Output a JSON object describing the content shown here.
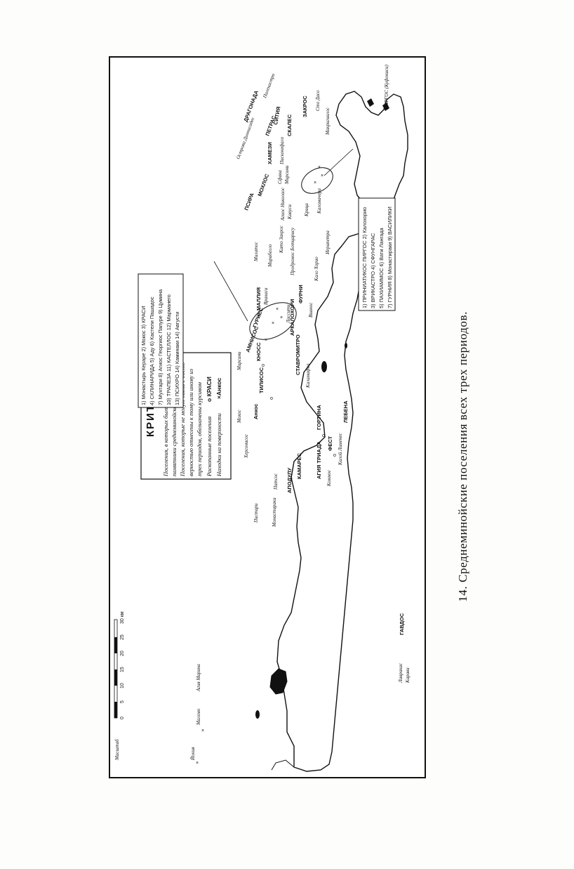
{
  "caption": "14. Среднеминойские поселения всех трех периодов.",
  "map": {
    "title": "КРИТ",
    "legend": [
      {
        "symbol": "",
        "text": "Поселения, в которых были найдены"
      },
      {
        "symbol": "",
        "text": "памятники среднеминойского периода"
      },
      {
        "symbol": "",
        "text": "Поселения, которые не могут быть с досто-"
      },
      {
        "symbol": "",
        "text": "верностью отнесены к тому или иному из"
      },
      {
        "symbol": "",
        "text": "трех периодов, обозначены курсивом"
      },
      {
        "symbol": "",
        "text": "Раскопанные поселения",
        "example": "о КРАСИ"
      },
      {
        "symbol": "",
        "text": "Находки на поверхности",
        "example": "×Анкос"
      }
    ],
    "box_central": [
      "1) Монастырь Кераре  2) Мокос  3) КРАСИ",
      "4) СКЛИНАРИДА  5) Аду  6) Кастели Пашадос",
      "7) Мухтари  8) Агиос Георгиос Папуре 9) Цумина",
      "10) ТРАПЕЗА  11) КАСТЕЛЛОС  12) Марманего",
      "13) ПСИХРО  14) Каминаки  14) Августи"
    ],
    "box_east": [
      "1) ПРИНИАТИКОС ПИРГОС  2) Калохорио",
      "3) ВРИКАСТРО  4) СФУНГАРАС",
      "5) ПАХИАММОС  6) Вати Лангада",
      "7) ГУРНИЯ  8) Монастираки  9) ВАСИЛИКИ"
    ],
    "scale_label": "Масштаб",
    "scale_ticks": [
      "0",
      "5",
      "10",
      "15",
      "20",
      "25",
      "30 км"
    ],
    "places": {
      "gavdos": "ГАВДОС",
      "dragonada": "ДРАГОНАДА",
      "dionysades": "Острова Дионисадес",
      "lavrakas": "Лавракас",
      "karavi": "Карави",
      "paleokastro": "Палекастро",
      "zakros": "ЗАКРОС",
      "petras": "ПЕТРАС",
      "sitia": "СИТИЯ",
      "chamezi": "ХАМЕЗИ",
      "piskokefalo": "Пискокефало",
      "skales": "СКАЛЕС",
      "mochlos": "МОХЛОС",
      "psira": "ПСИРА",
      "sfaka": "Сфака",
      "mirsini": "Мирсини",
      "makrigialos": "Макригиалос",
      "stodaso": "Сто Дасо",
      "kufonisi": "ПИРГОС (Куфониси)",
      "mallia": "МАЛЛИЯ",
      "vrahasi": "Врахаси",
      "milatos": "Милатос",
      "mochos": "Мохос",
      "gournes": "ГУРНЕС",
      "amnisos": "АМНИСОС",
      "knossos": "КНОСС",
      "tilisos": "ТИЛИСОС",
      "mirsini_w": "Мирсини",
      "ankos": "Анкос",
      "patsos": "Патсос",
      "pisteri": "Пистари",
      "monastiraki": "Монастираки",
      "apodulu": "АПОДУЛУ",
      "kamares": "КАМАРЕС",
      "kalamafka": "Каламафка",
      "arkalochori": "АРКАЛОХОРИ",
      "viannos": "Вианос",
      "ierapetra": "Иерапетра",
      "kalo_chorio": "Кало Хорио",
      "gortyna": "ГОРТИНА",
      "phaistos": "ФЕСТ",
      "ayia_triada": "АГИЯ ТРИАДА",
      "kommos": "Коммос",
      "lebena": "ЛЕБЕНА",
      "kaloi_limenes": "Калой Лименес",
      "mallia_w": "Малемо",
      "hochia": "Йокия",
      "agia_marina": "Агия Марина",
      "stavromitro": "СТАВРОМИТРО",
      "lasithi": "Лассити",
      "fourni": "ФУРНИ",
      "mirabello": "Мирабелло",
      "chersonisos": "Херсонисос",
      "kato_zakros": "Като Закрос",
      "prodromos": "Продромос Ботцарису",
      "kritsa": "Крица",
      "kalo_chorio2": "Каломачера",
      "kavousi": "Кавуси",
      "agios_nikolaos": "Агиос Николаос"
    }
  }
}
